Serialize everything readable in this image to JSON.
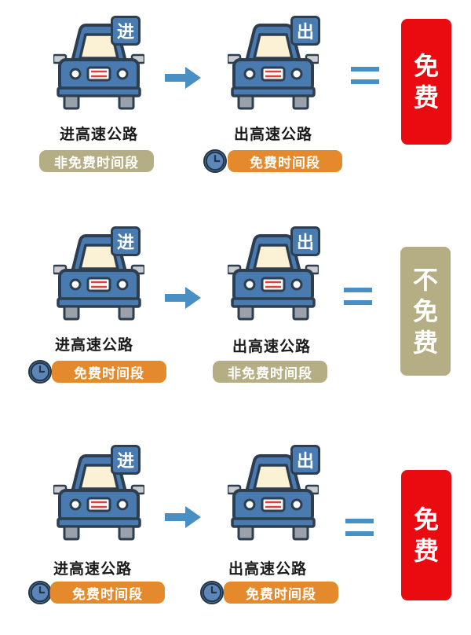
{
  "colors": {
    "car_body": "#4a7bb0",
    "outline": "#2c3e50",
    "arrow": "#4a8fc4",
    "free_red": "#ea0b10",
    "notfree_grey": "#b5ae84",
    "free_orange": "#e48a2c"
  },
  "rows": [
    {
      "enter": {
        "badge": "进",
        "label": "进高速公路",
        "period": "非免费时间段",
        "period_type": "non-free",
        "clock": false
      },
      "exit": {
        "badge": "出",
        "label": "出高速公路",
        "period": "免费时间段",
        "period_type": "free",
        "clock": true
      },
      "result": {
        "chars": [
          "免",
          "费"
        ],
        "type": "free"
      }
    },
    {
      "enter": {
        "badge": "进",
        "label": "进高速公路",
        "period": "免费时间段",
        "period_type": "free",
        "clock": true
      },
      "exit": {
        "badge": "出",
        "label": "出高速公路",
        "period": "非免费时间段",
        "period_type": "non-free",
        "clock": false
      },
      "result": {
        "chars": [
          "不",
          "免",
          "费"
        ],
        "type": "not-free"
      }
    },
    {
      "enter": {
        "badge": "进",
        "label": "进高速公路",
        "period": "免费时间段",
        "period_type": "free",
        "clock": true
      },
      "exit": {
        "badge": "出",
        "label": "出高速公路",
        "period": "免费时间段",
        "period_type": "free",
        "clock": true
      },
      "result": {
        "chars": [
          "免",
          "费"
        ],
        "type": "free"
      }
    }
  ]
}
